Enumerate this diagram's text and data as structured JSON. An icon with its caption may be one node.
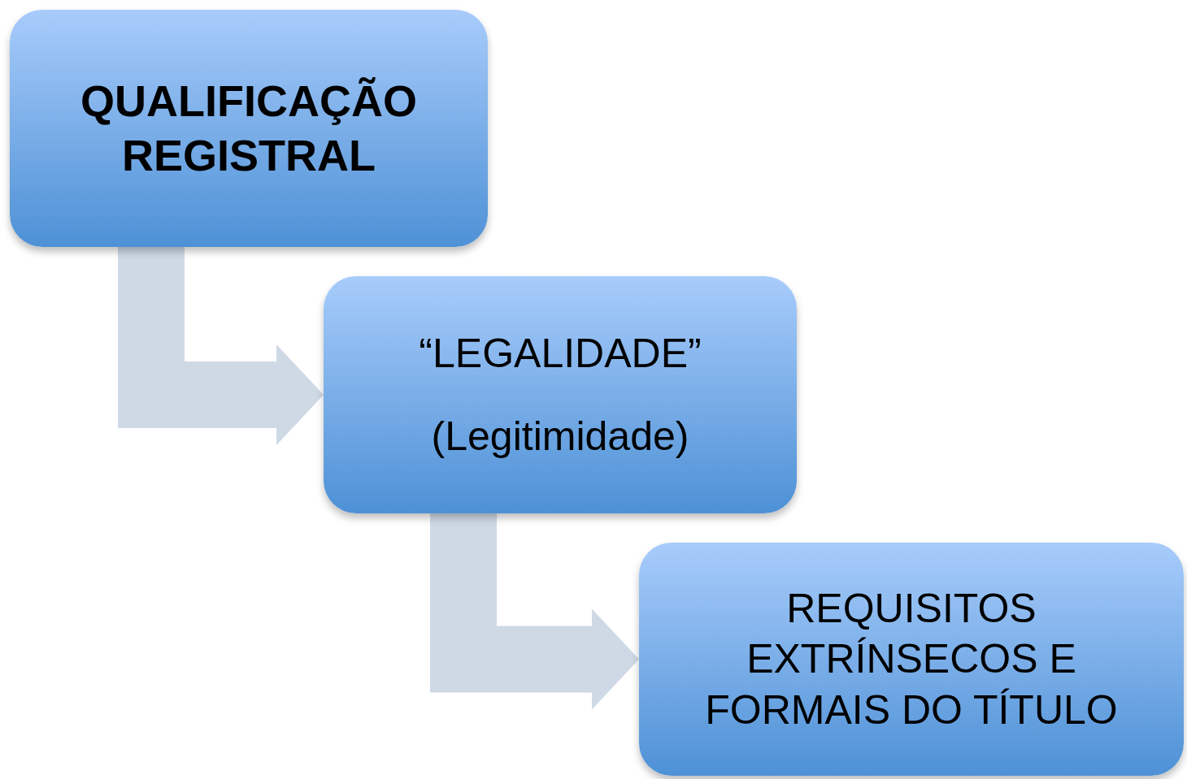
{
  "diagram": {
    "nodes": [
      {
        "text": [
          "QUALIFICAÇÃO REGISTRAL"
        ]
      },
      {
        "text": [
          "“LEGALIDADE”",
          "(Legitimidade)"
        ]
      },
      {
        "text": [
          "REQUISITOS EXTRÍNSECOS E FORMAIS DO TÍTULO"
        ]
      }
    ],
    "edges": [
      {
        "from": 0,
        "to": 1,
        "arrow": "to",
        "style": "thick"
      },
      {
        "from": 1,
        "to": 2,
        "arrow": "to",
        "style": "thick"
      }
    ]
  }
}
